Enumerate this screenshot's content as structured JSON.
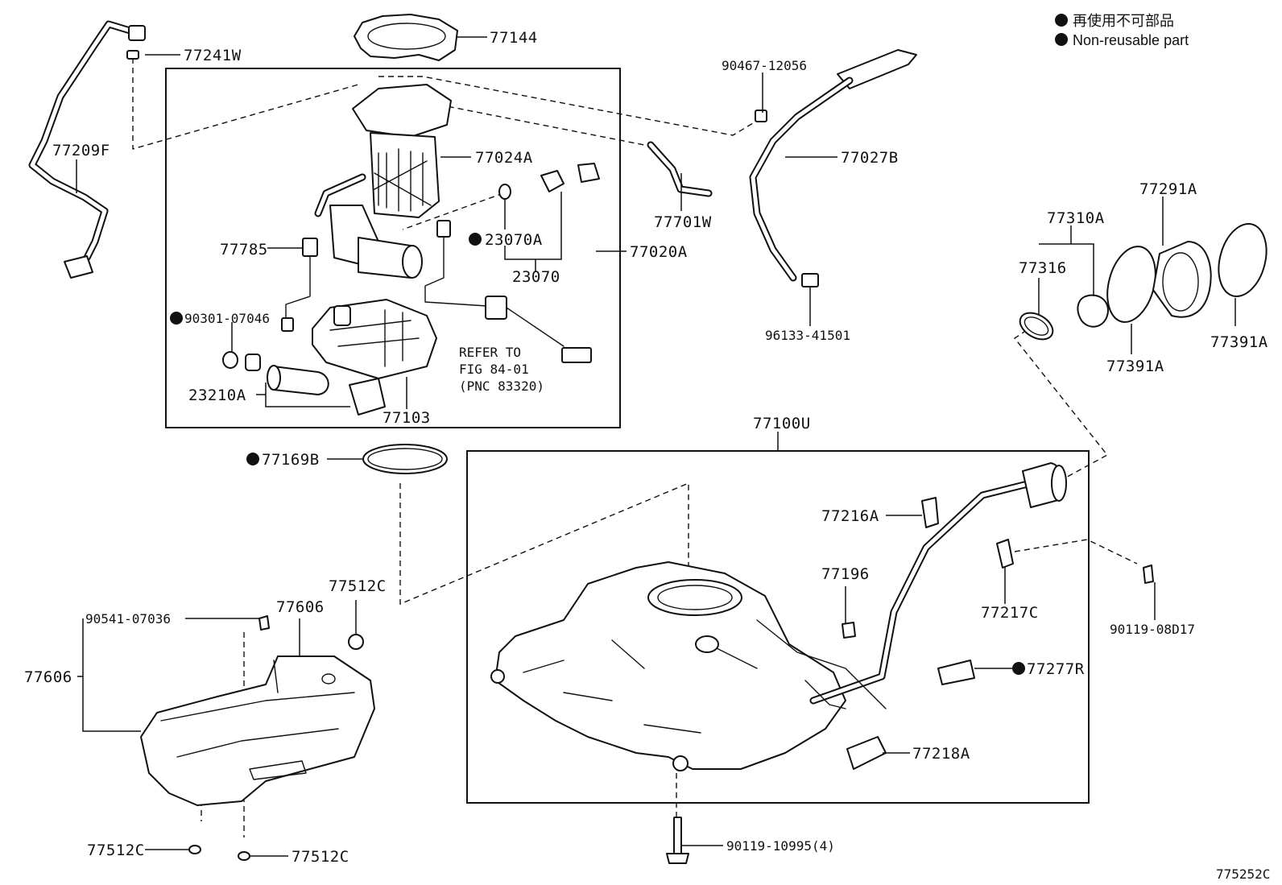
{
  "legend": {
    "line1": "再使用不可部品",
    "line2": "Non-reusable part"
  },
  "figure_code": "775252C",
  "callouts": {
    "p77241W": "77241W",
    "p77144": "77144",
    "p77209F": "77209F",
    "p77024A": "77024A",
    "p90467": "90467-12056",
    "p77027B": "77027B",
    "p77701W": "77701W",
    "p23070A": "23070A",
    "p77785": "77785",
    "p77020A": "77020A",
    "p23070": "23070",
    "p90301": "90301-07046",
    "p96133": "96133-41501",
    "p77310A": "77310A",
    "p77291A": "77291A",
    "p77316": "77316",
    "p77391A_left": "77391A",
    "p77391A_right": "77391A",
    "p23210A": "23210A",
    "p77103": "77103",
    "p77100U": "77100U",
    "p77169B": "77169B",
    "p77216A": "77216A",
    "p77196": "77196",
    "p77217C": "77217C",
    "p90119_08D17": "90119-08D17",
    "p77512C_top": "77512C",
    "p90541": "90541-07036",
    "p77606_top": "77606",
    "p77606_left": "77606",
    "p77277R": "77277R",
    "p77218A": "77218A",
    "p77512C_bl": "77512C",
    "p77512C_br": "77512C",
    "p90119_10995": "90119-10995(4)"
  },
  "refer_note": {
    "line1": "REFER TO",
    "line2": "FIG 84-01",
    "line3": "(PNC 83320)"
  },
  "icons": {
    "non_reusable_marker": "filled-circle-icon"
  }
}
